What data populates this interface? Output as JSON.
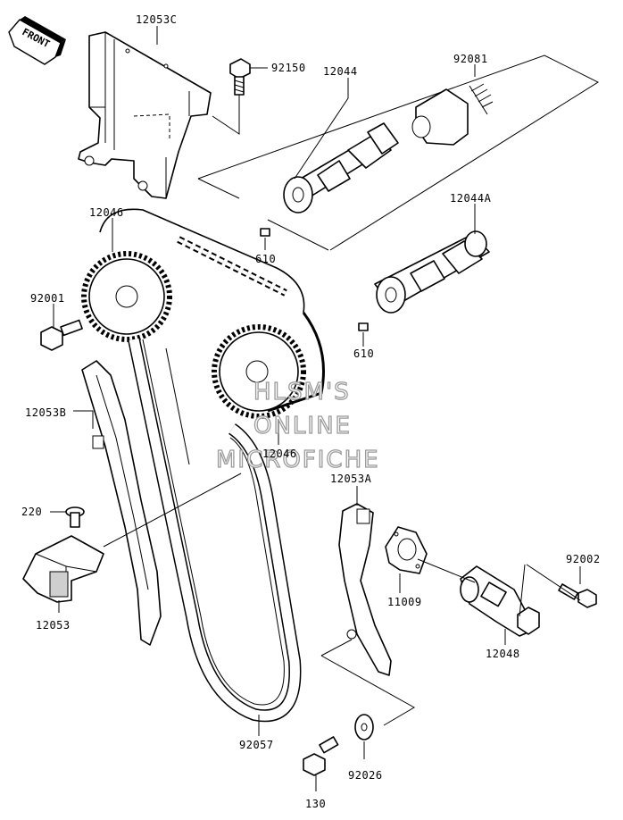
{
  "front_badge": "FRONT",
  "watermark": {
    "line1": "HLSM'S",
    "line2": "ONLINE",
    "line3": "MICROFICHE"
  },
  "parts": {
    "p12053C": "12053C",
    "p92150": "92150",
    "p12044": "12044",
    "p92081": "92081",
    "p12046_top": "12046",
    "p12044A": "12044A",
    "p610_a": "610",
    "p610_b": "610",
    "p92001": "92001",
    "p12053B": "12053B",
    "p12046_mid": "12046",
    "p12053A": "12053A",
    "p220": "220",
    "p92002": "92002",
    "p11009": "11009",
    "p12053": "12053",
    "p12048": "12048",
    "p92057": "92057",
    "p92026": "92026",
    "p130": "130"
  }
}
